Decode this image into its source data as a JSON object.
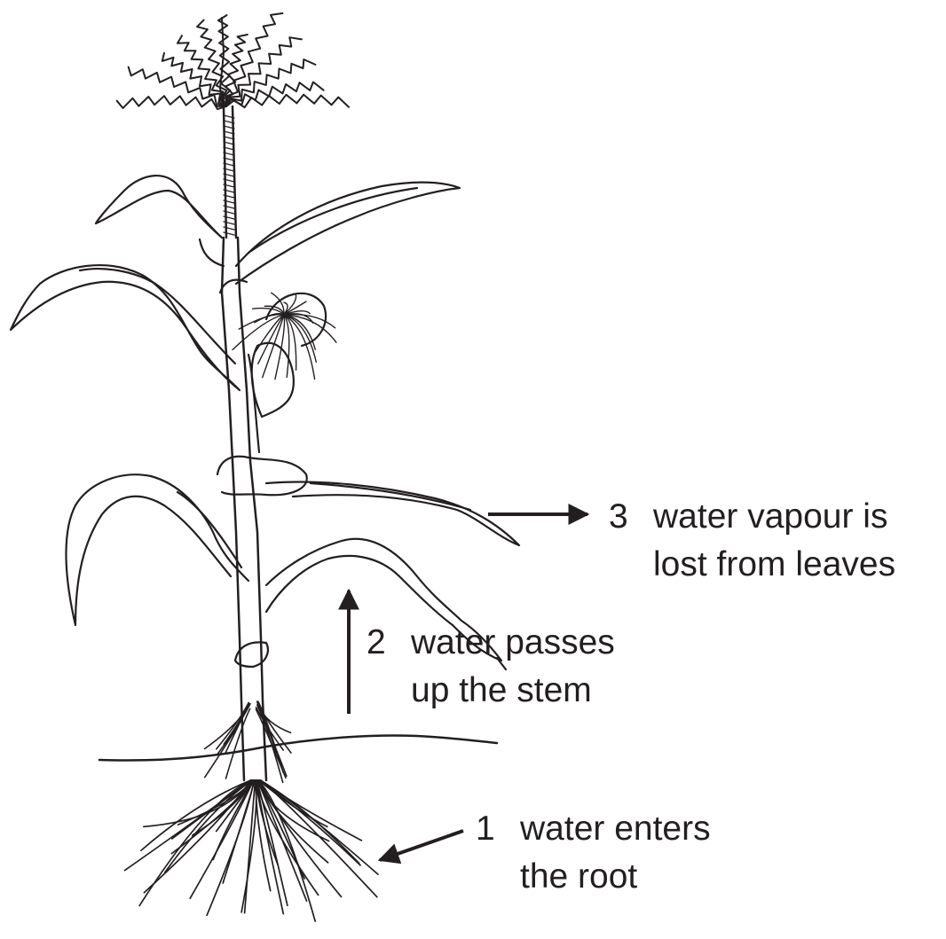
{
  "labels": {
    "step1": {
      "number": "1",
      "line1": "water enters",
      "line2": "the root"
    },
    "step2": {
      "number": "2",
      "line1": "water passes",
      "line2": "up the stem"
    },
    "step3": {
      "number": "3",
      "line1": "water vapour is",
      "line2": "lost from leaves"
    }
  },
  "colors": {
    "ink": "#231f20",
    "background": "#ffffff"
  }
}
